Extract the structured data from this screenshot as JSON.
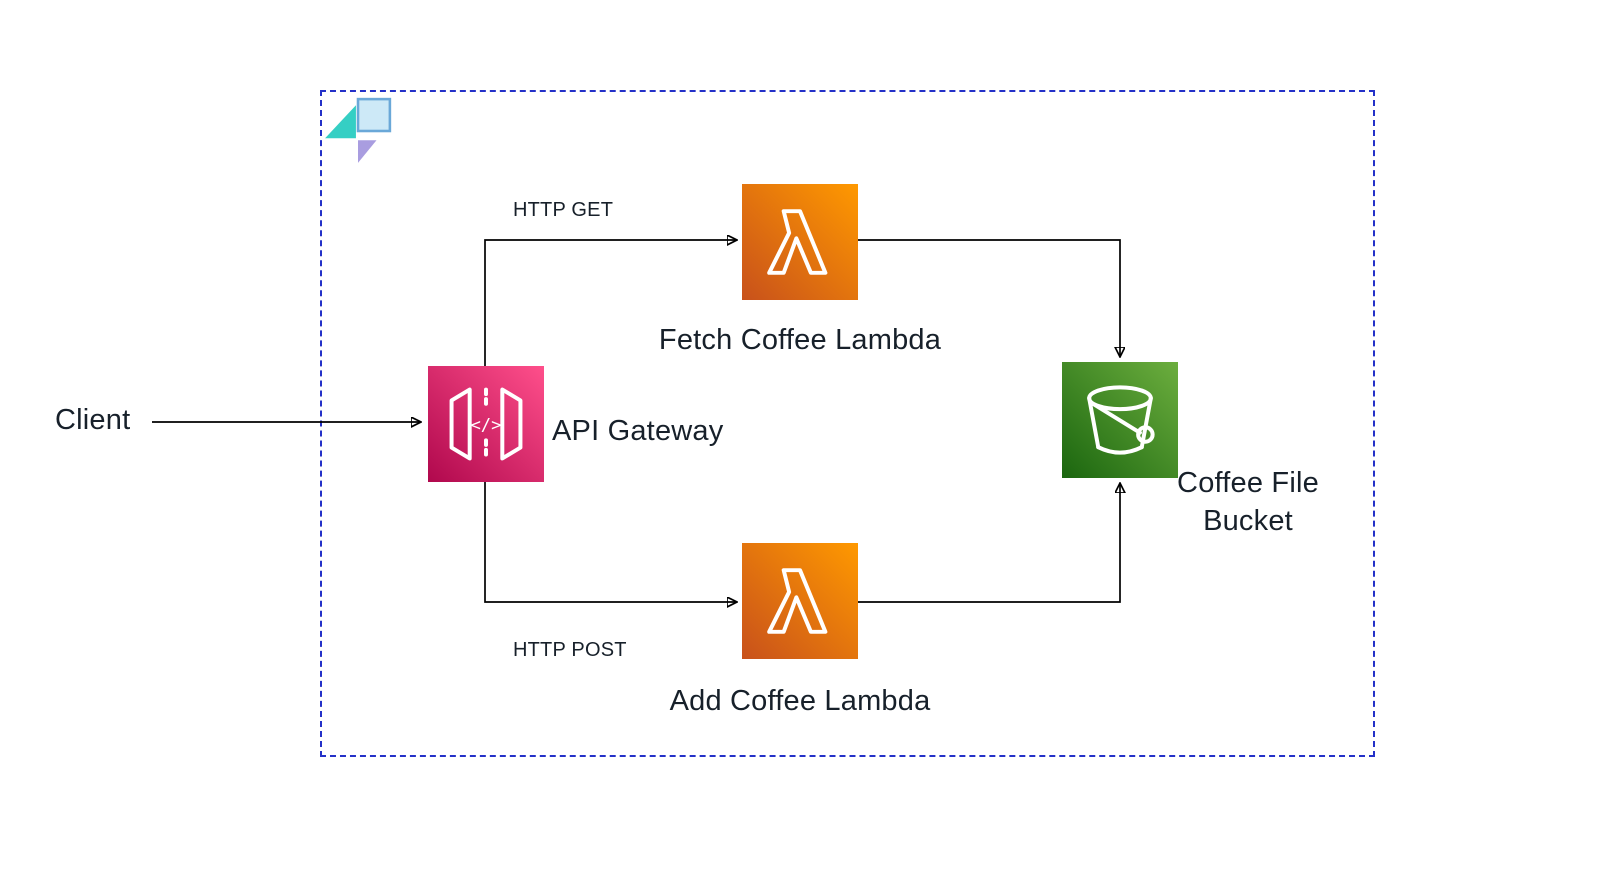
{
  "diagram": {
    "client_label": "Client",
    "api_gateway_label": "API Gateway",
    "fetch_lambda_label": "Fetch Coffee Lambda",
    "add_lambda_label": "Add Coffee Lambda",
    "bucket_label": "Coffee File\nBucket",
    "edge_get_label": "HTTP GET",
    "edge_post_label": "HTTP POST"
  },
  "icons": {
    "api_gateway": "api-gateway-icon",
    "fetch_lambda": "lambda-icon",
    "add_lambda": "lambda-icon",
    "bucket": "s3-bucket-icon",
    "logo": "diagrams-logo"
  },
  "colors": {
    "lambda_a": "#C8511B",
    "lambda_b": "#FF9900",
    "apigw_a": "#B0084D",
    "apigw_b": "#FF4F8B",
    "s3_a": "#1B660F",
    "s3_b": "#6CAE3E",
    "boundary": "#2431C8",
    "line": "#000000",
    "text": "#17202A"
  }
}
